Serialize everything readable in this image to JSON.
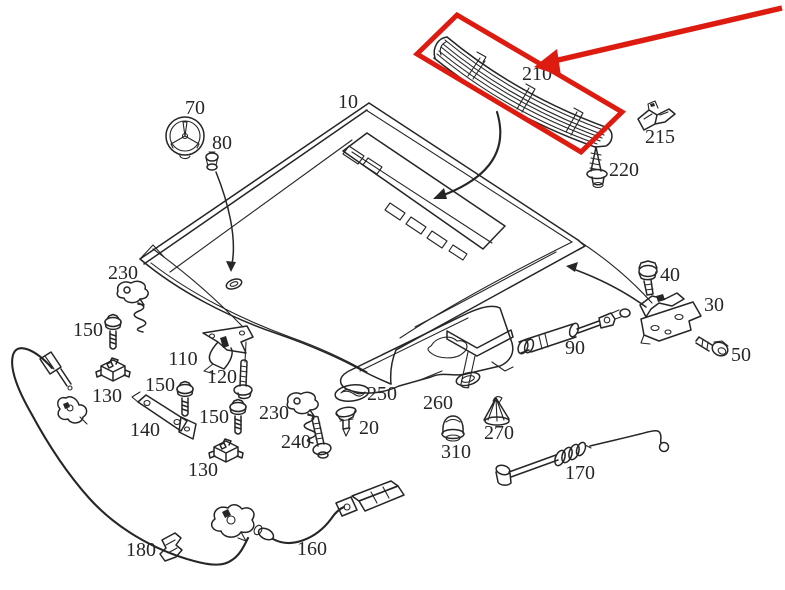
{
  "diagram": {
    "type": "exploded-parts-diagram",
    "subject": "Hood / bonnet assembly parts diagram with highlighted vent grille",
    "colors": {
      "background": "#ffffff",
      "line": "#262626",
      "highlight": "#dd1b10"
    },
    "callout": {
      "style": "red-box-and-arrow",
      "highlighted_part": "210"
    },
    "parts_visible": [
      "10",
      "20",
      "30",
      "40",
      "50",
      "70",
      "80",
      "90",
      "110",
      "120",
      "130",
      "140",
      "150",
      "160",
      "170",
      "180",
      "210",
      "215",
      "220",
      "230",
      "240",
      "250",
      "260",
      "270",
      "310"
    ],
    "labels": [
      {
        "text": "10"
      },
      {
        "text": "70"
      },
      {
        "text": "80"
      },
      {
        "text": "210"
      },
      {
        "text": "215"
      },
      {
        "text": "220"
      },
      {
        "text": "40"
      },
      {
        "text": "30"
      },
      {
        "text": "50"
      },
      {
        "text": "90"
      },
      {
        "text": "230"
      },
      {
        "text": "150"
      },
      {
        "text": "130"
      },
      {
        "text": "110"
      },
      {
        "text": "120"
      },
      {
        "text": "150"
      },
      {
        "text": "140"
      },
      {
        "text": "150"
      },
      {
        "text": "130"
      },
      {
        "text": "230"
      },
      {
        "text": "240"
      },
      {
        "text": "250"
      },
      {
        "text": "20"
      },
      {
        "text": "260"
      },
      {
        "text": "310"
      },
      {
        "text": "270"
      },
      {
        "text": "170"
      },
      {
        "text": "160"
      },
      {
        "text": "180"
      }
    ]
  }
}
